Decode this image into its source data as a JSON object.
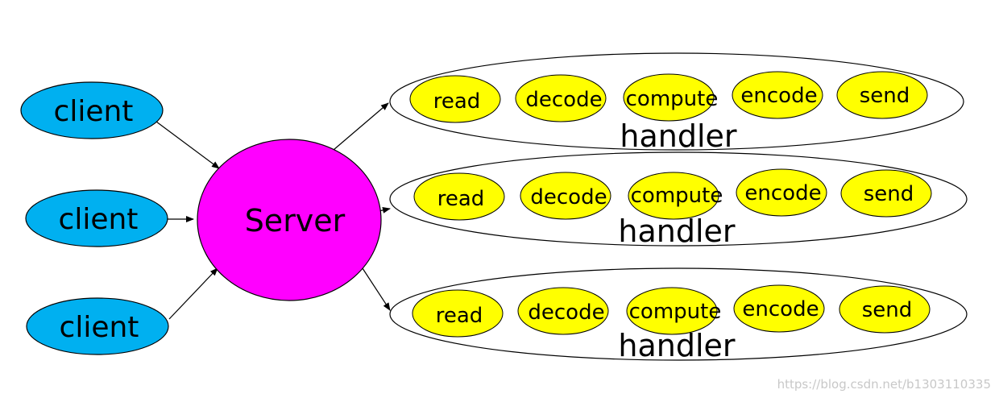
{
  "clients": [
    {
      "label": "client"
    },
    {
      "label": "client"
    },
    {
      "label": "client"
    }
  ],
  "server": {
    "label": "Server"
  },
  "handlers": [
    {
      "label": "handler",
      "stages": [
        "read",
        "decode",
        "compute",
        "encode",
        "send"
      ]
    },
    {
      "label": "handler",
      "stages": [
        "read",
        "decode",
        "compute",
        "encode",
        "send"
      ]
    },
    {
      "label": "handler",
      "stages": [
        "read",
        "decode",
        "compute",
        "encode",
        "send"
      ]
    }
  ],
  "colors": {
    "client_fill": "#00b0f0",
    "server_fill": "#ff00ff",
    "stage_fill": "#ffff00",
    "outline": "#000000"
  },
  "watermark": "https://blog.csdn.net/b1303110335"
}
